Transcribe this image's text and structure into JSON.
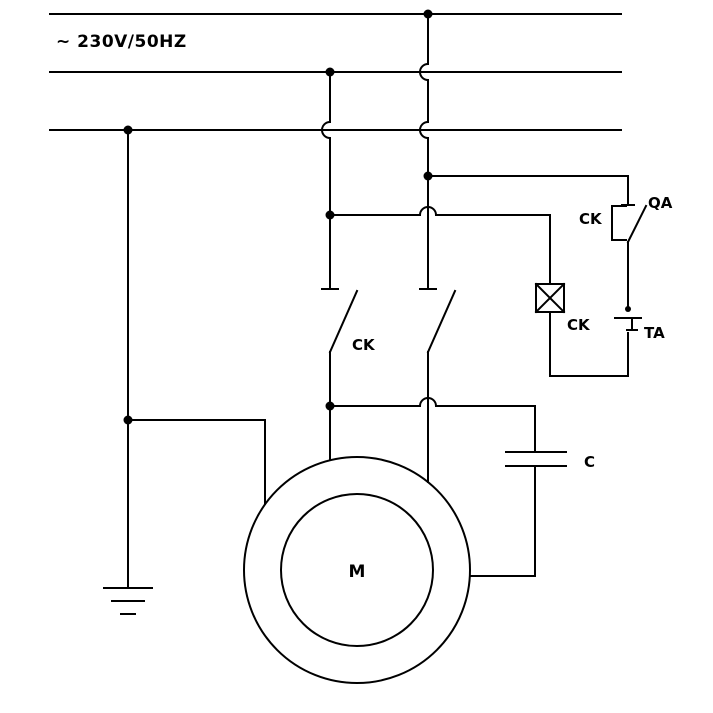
{
  "meta": {
    "background_color": "#ffffff",
    "line_color": "#000000",
    "text_color": "#000000"
  },
  "supply": {
    "label": "~ 230V/50HZ"
  },
  "contactor": {
    "main_contacts_label": "CK",
    "holding_contact_label": "CK",
    "coil_label": "CK"
  },
  "controls": {
    "start_button_label": "QA",
    "stop_button_label": "TA"
  },
  "capacitor": {
    "label": "C"
  },
  "motor": {
    "label": "M"
  }
}
